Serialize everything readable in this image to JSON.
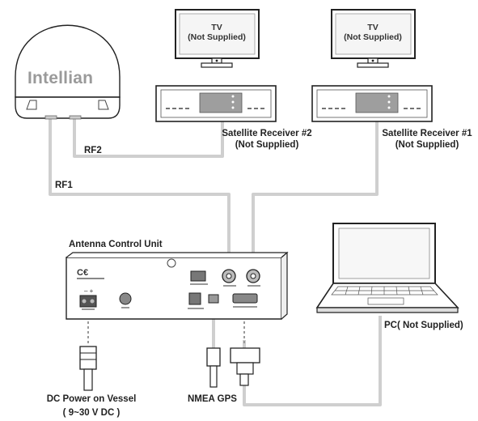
{
  "brand": "Intellian",
  "tv1": {
    "line1": "TV",
    "line2": "(Not Supplied)"
  },
  "tv2": {
    "line1": "TV",
    "line2": "(Not Supplied)"
  },
  "receiver2": {
    "line1": "Satellite Receiver #2",
    "line2": "(Not Supplied)"
  },
  "receiver1": {
    "line1": "Satellite Receiver #1",
    "line2": "(Not Supplied)"
  },
  "cables": {
    "rf1": "RF1",
    "rf2": "RF2"
  },
  "acu": {
    "title": "Antenna Control Unit"
  },
  "pc": {
    "label": "PC( Not Supplied)"
  },
  "power": {
    "line1": "DC Power on Vessel",
    "line2": "( 9~30 V DC )"
  },
  "gps": {
    "label": "NMEA GPS"
  },
  "colors": {
    "cable": "#cfcfcf",
    "outline": "#222222",
    "panel": "#b5b5b5"
  }
}
